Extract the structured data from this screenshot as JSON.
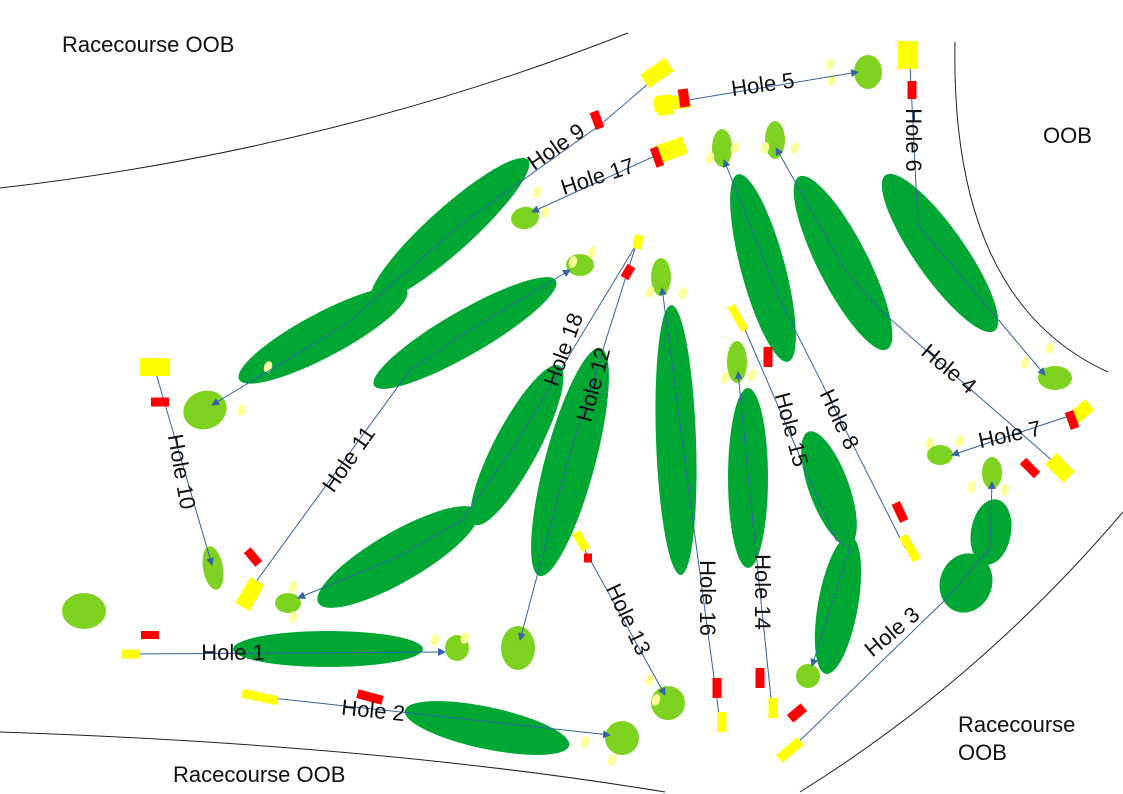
{
  "oob_labels": {
    "top_left": "Racecourse OOB",
    "right": "OOB",
    "bottom_left": "Racecourse OOB",
    "bottom_right_line1": "Racecourse",
    "bottom_right_line2": "OOB"
  },
  "holes": [
    {
      "label": "Hole 1"
    },
    {
      "label": "Hole 2"
    },
    {
      "label": "Hole 3"
    },
    {
      "label": "Hole 4"
    },
    {
      "label": "Hole 5"
    },
    {
      "label": "Hole 6"
    },
    {
      "label": "Hole 7"
    },
    {
      "label": "Hole 8"
    },
    {
      "label": "Hole 9"
    },
    {
      "label": "Hole 10"
    },
    {
      "label": "Hole 11"
    },
    {
      "label": "Hole 12"
    },
    {
      "label": "Hole 13"
    },
    {
      "label": "Hole 14"
    },
    {
      "label": "Hole 15"
    },
    {
      "label": "Hole 16"
    },
    {
      "label": "Hole 17"
    },
    {
      "label": "Hole 18"
    }
  ],
  "colors": {
    "fairway": "#00a833",
    "green": "#7ed321",
    "tee": "#ffff00",
    "red_marker": "#ff0000",
    "route_line": "#3465a4",
    "bunker": "#ffff99"
  }
}
